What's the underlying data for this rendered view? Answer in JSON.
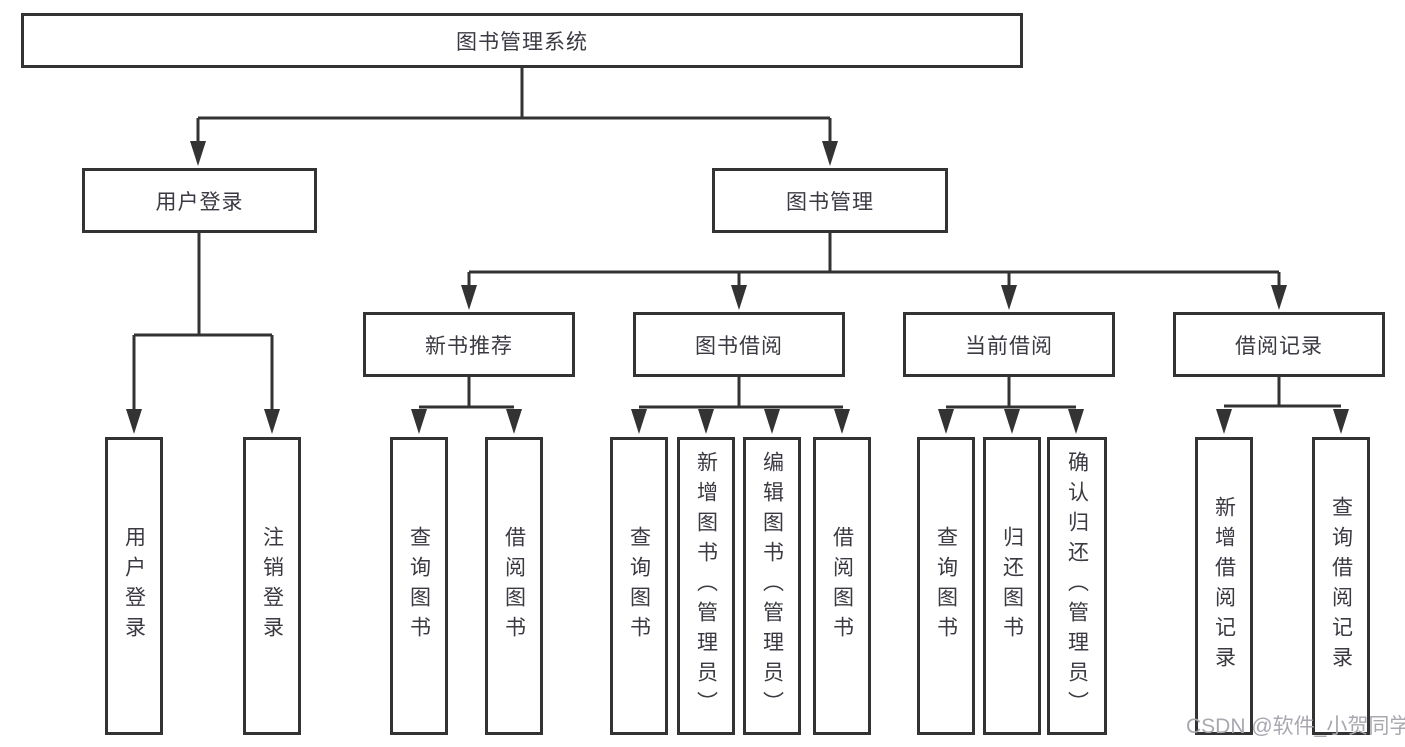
{
  "diagram": {
    "root": {
      "label": "图书管理系统"
    },
    "level2": [
      {
        "label": "用户登录",
        "parent": "图书管理系统"
      },
      {
        "label": "图书管理",
        "parent": "图书管理系统"
      }
    ],
    "level3": [
      {
        "label": "新书推荐",
        "parent": "图书管理"
      },
      {
        "label": "图书借阅",
        "parent": "图书管理"
      },
      {
        "label": "当前借阅",
        "parent": "图书管理"
      },
      {
        "label": "借阅记录",
        "parent": "图书管理"
      }
    ],
    "leaves": [
      {
        "label": "用户登录",
        "parent": "用户登录"
      },
      {
        "label": "注销登录",
        "parent": "用户登录"
      },
      {
        "label": "查询图书",
        "parent": "新书推荐"
      },
      {
        "label": "借阅图书",
        "parent": "新书推荐"
      },
      {
        "label": "查询图书",
        "parent": "图书借阅"
      },
      {
        "label": "新增图书（管理员）",
        "parent": "图书借阅"
      },
      {
        "label": "编辑图书（管理员）",
        "parent": "图书借阅"
      },
      {
        "label": "借阅图书",
        "parent": "图书借阅"
      },
      {
        "label": "查询图书",
        "parent": "当前借阅"
      },
      {
        "label": "归还图书",
        "parent": "当前借阅"
      },
      {
        "label": "确认归还（管理员）",
        "parent": "当前借阅"
      },
      {
        "label": "新增借阅记录",
        "parent": "借阅记录"
      },
      {
        "label": "查询借阅记录",
        "parent": "借阅记录"
      }
    ]
  },
  "watermark": {
    "text": "CSDN @软件_小贺同学"
  },
  "colors": {
    "line": "#333333",
    "text": "#3a3a42",
    "box_background": "#ffffff",
    "page_background": "#ffffff",
    "watermark": "#a8a8b0"
  }
}
